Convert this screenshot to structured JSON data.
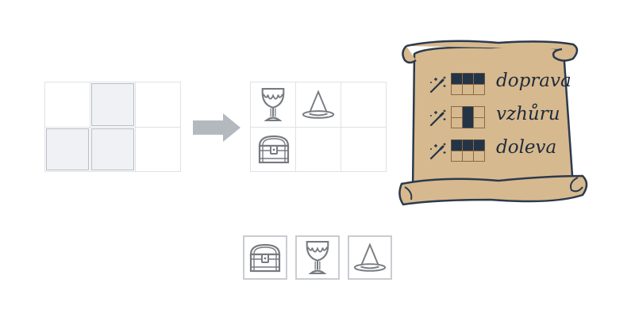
{
  "colors": {
    "grid_line": "#dfe2e5",
    "slot_fill": "#eff1f5",
    "slot_border": "#b8bcc2",
    "arrow": "#b4b9bf",
    "item_stroke": "#777b80",
    "scroll_fill": "#d7b98f",
    "scroll_edge": "#2b3a4d",
    "spell_dark": "#243447"
  },
  "source_grid": {
    "highlighted_cells": [
      "r0c1",
      "r1c0",
      "r1c1"
    ]
  },
  "target_grid": {
    "items": {
      "r0c0": "goblet-icon",
      "r0c1": "wizard-hat-icon",
      "r1c0": "treasure-chest-icon"
    }
  },
  "scroll": {
    "spells": [
      {
        "icon": "magic-wand-icon",
        "pattern": [
          1,
          1,
          1
        ],
        "word": "doprava"
      },
      {
        "icon": "magic-wand-icon",
        "pattern": [
          0,
          1,
          0
        ],
        "word": "vzhůru"
      },
      {
        "icon": "magic-wand-icon",
        "pattern": [
          1,
          1,
          1
        ],
        "word": "doleva"
      }
    ]
  },
  "tray": {
    "items": [
      "treasure-chest-icon",
      "goblet-icon",
      "wizard-hat-icon"
    ]
  }
}
